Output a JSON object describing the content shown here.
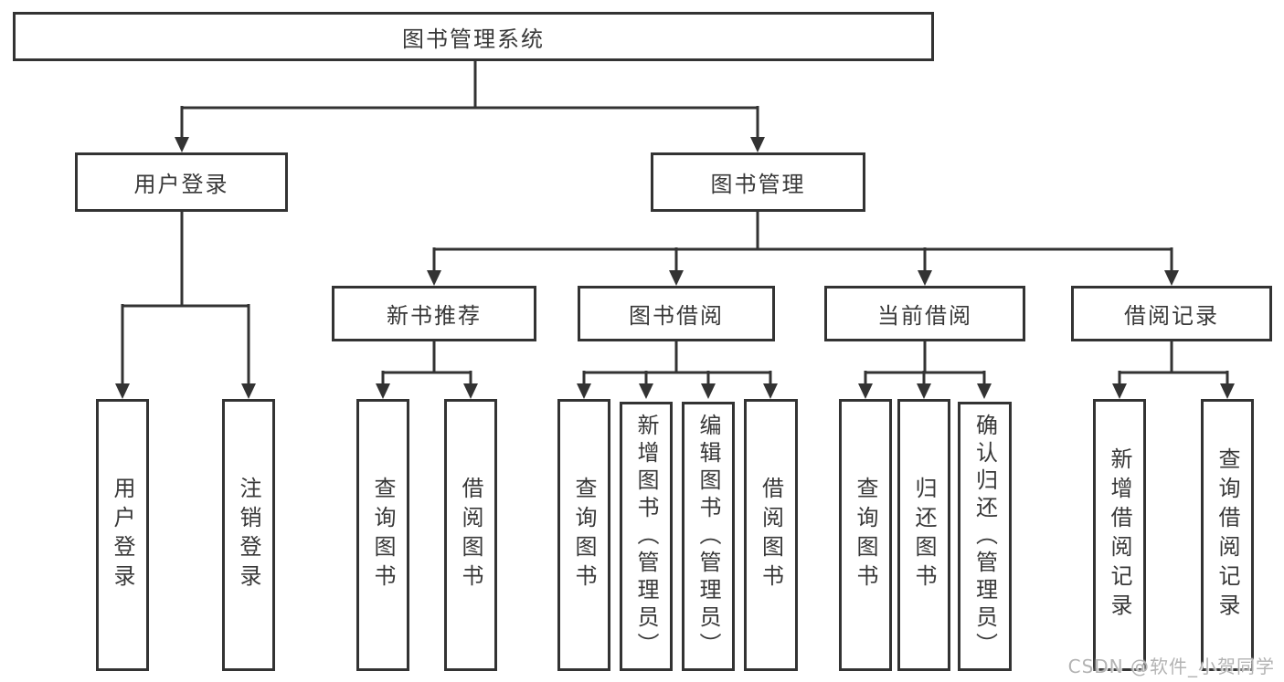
{
  "nodes": {
    "root": "图书管理系统",
    "branches": [
      {
        "label": "用户登录",
        "children": [
          "用户登录",
          "注销登录"
        ]
      },
      {
        "label": "图书管理",
        "sections": [
          {
            "label": "新书推荐",
            "children": [
              "查询图书",
              "借阅图书"
            ]
          },
          {
            "label": "图书借阅",
            "children": [
              "查询图书",
              "新增图书（管理员）",
              "编辑图书（管理员）",
              "借阅图书"
            ]
          },
          {
            "label": "当前借阅",
            "children": [
              "查询图书",
              "归还图书",
              "确认归还（管理员）"
            ]
          },
          {
            "label": "借阅记录",
            "children": [
              "新增借阅记录",
              "查询借阅记录"
            ]
          }
        ]
      }
    ]
  },
  "watermark": {
    "text": "CSDN @软件_小贺同学",
    "color": "#b3b3b3"
  },
  "colors": {
    "line": "#333333",
    "text": "#383838",
    "background": "#ffffff"
  }
}
